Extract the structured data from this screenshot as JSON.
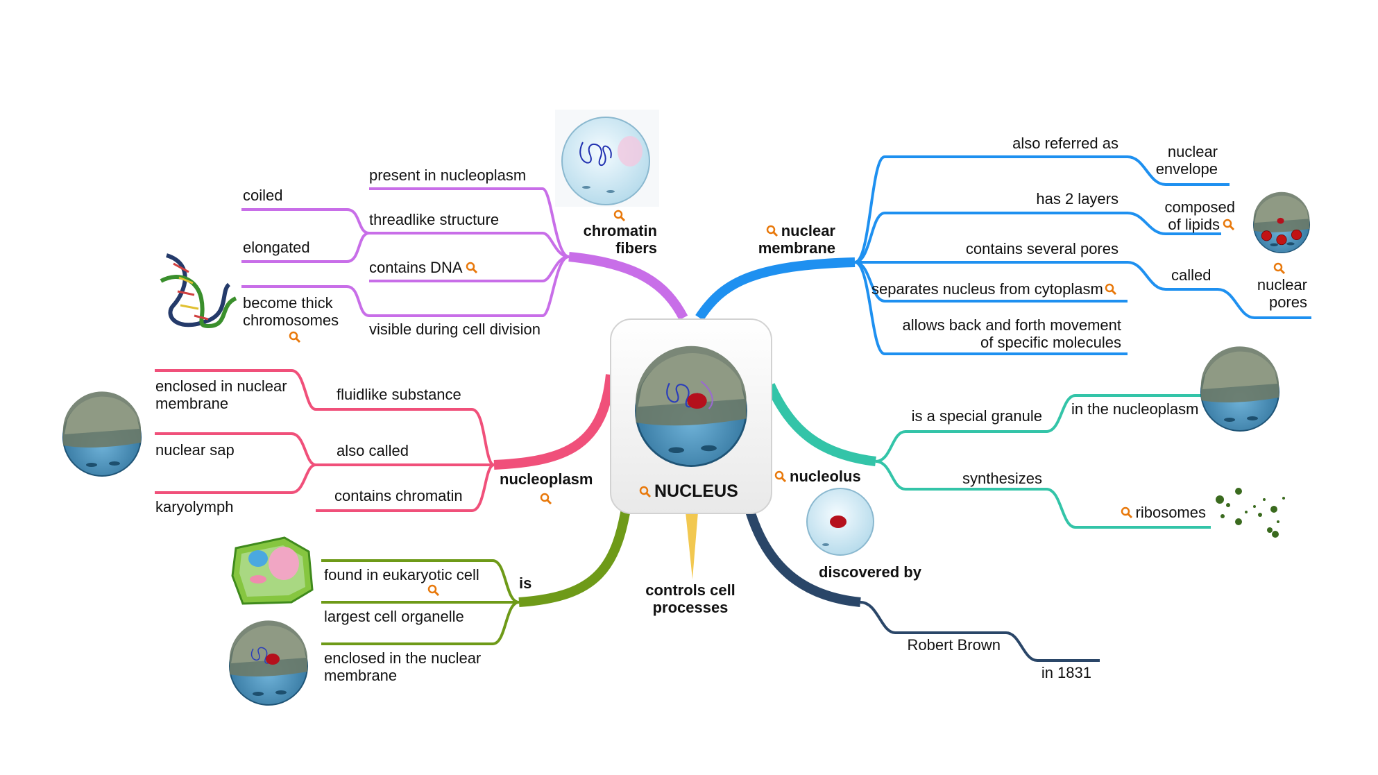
{
  "center": {
    "label": "NUCLEUS"
  },
  "bottom": {
    "label_line1": "controls cell",
    "label_line2": "processes"
  },
  "chromatin": {
    "label_line1": "chromatin",
    "label_line2": "fibers",
    "items": [
      "present in nucleoplasm",
      "threadlike structure",
      "contains DNA",
      "visible during cell division"
    ],
    "dna_sub": [
      "coiled",
      "elongated",
      "become thick",
      "chromosomes"
    ]
  },
  "membrane": {
    "label_line1": "nuclear",
    "label_line2": "membrane",
    "items": [
      "also referred as",
      "has 2 layers",
      "contains several pores",
      "separates nucleus from cytoplasm",
      "allows back and forth movement",
      "of specific molecules"
    ],
    "sub": {
      "envelope_1": "nuclear",
      "envelope_2": "envelope",
      "lipids_1": "composed",
      "lipids_2": "of lipids",
      "called": "called",
      "pores_1": "nuclear",
      "pores_2": "pores"
    }
  },
  "nucleoplasm": {
    "label": "nucleoplasm",
    "items": [
      "fluidlike substance",
      "also called",
      "contains chromatin"
    ],
    "sub": {
      "enclosed_1": "enclosed in nuclear",
      "enclosed_2": "membrane",
      "sap": "nuclear sap",
      "karyo": "karyolymph"
    }
  },
  "nucleolus": {
    "label": "nucleolus",
    "items": [
      "is a special granule",
      "synthesizes"
    ],
    "sub": {
      "in_nucleoplasm": "in the nucleoplasm",
      "ribosomes": "ribosomes"
    }
  },
  "is_branch": {
    "label": "is",
    "items": [
      "found in eukaryotic cell",
      "largest cell organelle",
      "enclosed in the nuclear",
      "membrane"
    ]
  },
  "discovered": {
    "label": "discovered by",
    "items": [
      "Robert Brown",
      "in 1831"
    ]
  },
  "colors": {
    "chromatin": "#c86ee8",
    "membrane": "#1e90f0",
    "nucleoplasm": "#f0507a",
    "nucleolus": "#33c4a8",
    "is": "#6e9a18",
    "discovered": "#2a4668",
    "accent": "#e8780a"
  },
  "icons": [
    "search-icon"
  ]
}
